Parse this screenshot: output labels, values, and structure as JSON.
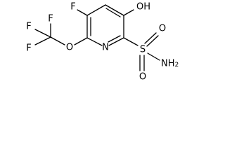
{
  "molecule": {
    "atoms": {
      "f_ring": "F",
      "oh": "OH",
      "f_1": "F",
      "f_2": "F",
      "f_3": "F",
      "o_ether": "O",
      "n_ring": "N",
      "s": "S",
      "o_s_top": "O",
      "o_s_bottom": "O",
      "nh": "NH",
      "nh_sub": "2"
    }
  }
}
